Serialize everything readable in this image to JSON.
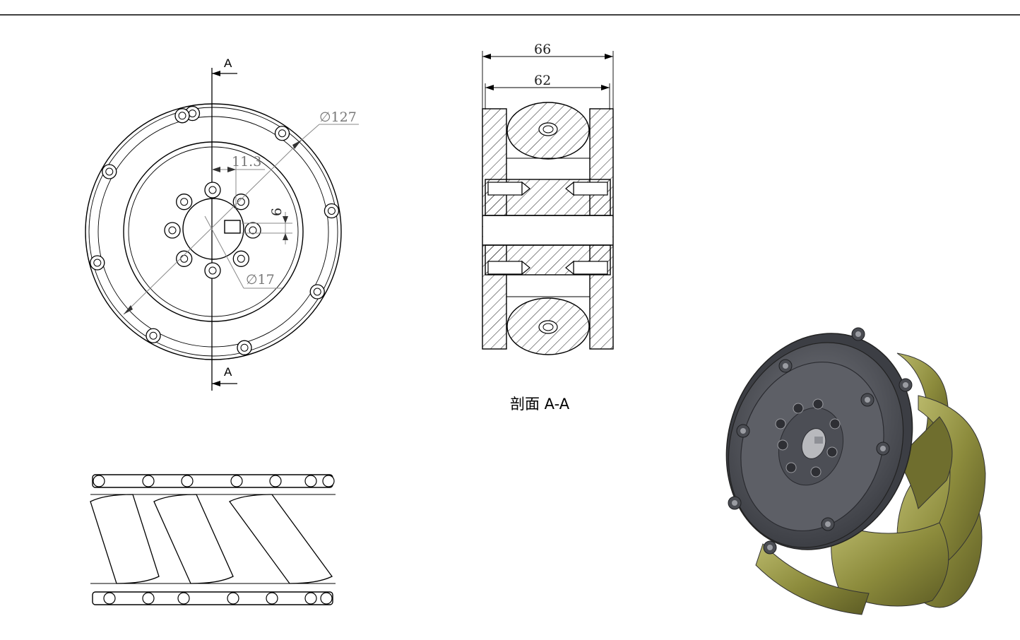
{
  "front_view": {
    "section_marker_top": "A",
    "section_marker_bottom": "A",
    "dim_outer_diameter": "∅127",
    "dim_key_offset": "11.3",
    "dim_key_width": "6",
    "dim_bore_diameter": "∅17"
  },
  "section_view": {
    "dim_overall_width": "66",
    "dim_inner_width": "62",
    "caption": "剖面 A-A"
  },
  "colors": {
    "hub_metal": "#55575e",
    "roller_olive": "#8a8a3a",
    "line": "#000000"
  }
}
